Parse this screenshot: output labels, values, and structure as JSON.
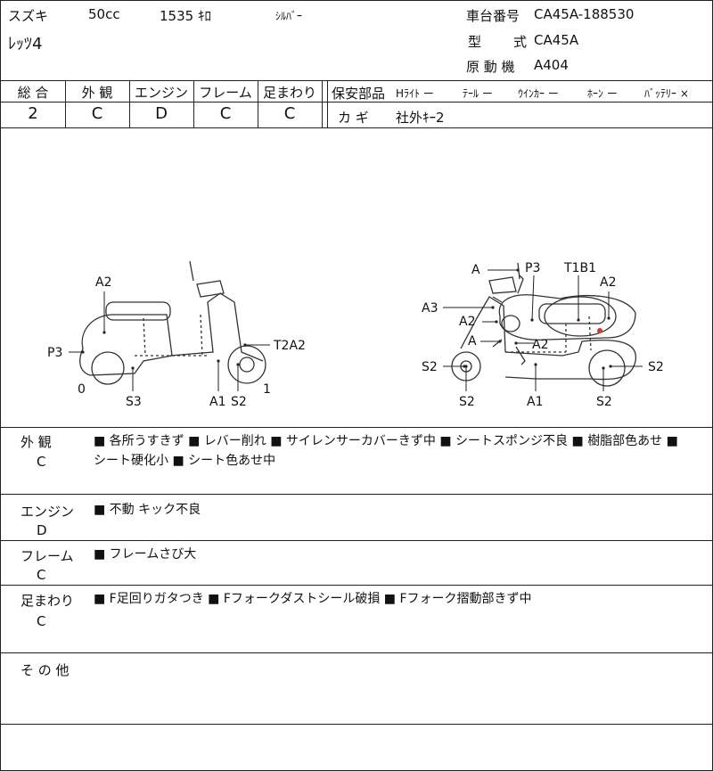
{
  "header": {
    "maker": "スズキ",
    "cc": "50cc",
    "km": "1535 ｷﾛ",
    "color": "ｼﾙﾊﾞｰ",
    "model": "ﾚｯﾂ4",
    "frame_label": "車台番号",
    "frame_no": "CA45A-188530",
    "type_label_a": "型",
    "type_label_b": "式",
    "type_value": "CA45A",
    "engine_label": "原 動 機",
    "engine_value": "A404"
  },
  "grades": {
    "headers": [
      "総 合",
      "外 観",
      "エンジン",
      "フレーム",
      "足まわり"
    ],
    "values": [
      "2",
      "C",
      "D",
      "C",
      "C"
    ]
  },
  "safety": {
    "label": "保安部品",
    "items": [
      "Hﾗｲﾄ ー",
      "ﾃｰﾙ ー",
      "ｳｲﾝｶｰ ー",
      "ﾎｰﾝ ー",
      "ﾊﾞｯﾃﾘｰ ×"
    ],
    "key_label": "カ ギ",
    "key_value": "社外ｷｰ2"
  },
  "diagram": {
    "top_labels": [
      "P3",
      "T1B1",
      "A2",
      "A",
      "A2"
    ],
    "left_labels": [
      "A2",
      "P3",
      "T2A2",
      "0",
      "S3",
      "A1",
      "S2",
      "1"
    ],
    "right_labels": [
      "A",
      "A2",
      "A3",
      "S2",
      "S2",
      "S2",
      "A1",
      "S2"
    ]
  },
  "sections": [
    {
      "title": "外 観",
      "grade": "C",
      "lines": [
        "■ 各所うすきず ■ レバー削れ ■ サイレンサーカバーきず中 ■ シートスポンジ不良 ■ 樹脂部色あせ ■",
        "シート硬化小 ■ シート色あせ中"
      ]
    },
    {
      "title": "エンジン",
      "grade": "D",
      "lines": [
        "■ 不動 キック不良"
      ]
    },
    {
      "title": "フレーム",
      "grade": "C",
      "lines": [
        "■ フレームさび大"
      ]
    },
    {
      "title": "足まわり",
      "grade": "C",
      "lines": [
        "■ F足回りガタつき ■ Fフォークダストシール破損 ■ Fフォーク摺動部きず中"
      ]
    },
    {
      "title": "そ の 他",
      "grade": "",
      "lines": []
    }
  ]
}
